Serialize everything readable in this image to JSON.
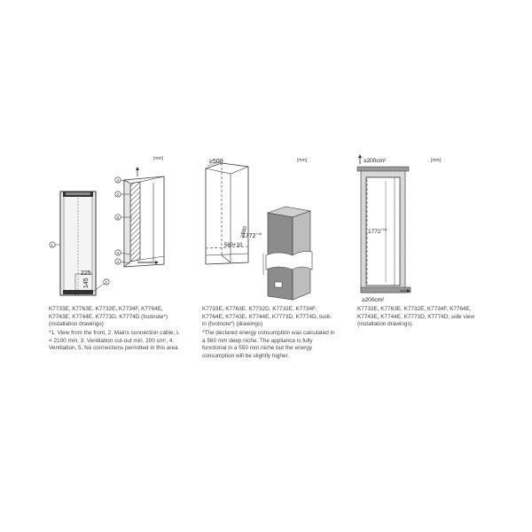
{
  "unit_label": "[mm]",
  "figure1": {
    "dim_225": "225",
    "dim_145": "145",
    "callouts": [
      "1",
      "2",
      "3",
      "4",
      "5"
    ],
    "caption": "K7733E, K7763E, K7732E, K7734F, K7764E, K7743E, K7744E, K7773D, K7774D (footnote*) (installation drawings)",
    "notes": "*1. View from the front, 2. Mains connection cable, L = 2100 mm, 3. Ventilation cut-out min. 200 cm², 4. Ventilation, 5. No connections permitted in this area"
  },
  "figure2": {
    "dim_500": "≥500",
    "dim_560": "≥560",
    "dim_height": "1772",
    "dim_height_sup": "+16",
    "dim_niche_width": "560+10",
    "caption": "K7733E, K7763E, K7732D, K7732E, K7734F, K7764E, K7743E, K7744E, K7773D, K7774D, built-in (footnote*) (drawings)",
    "footnote": "*The declared energy consumption was calculated in a 560 mm deep niche. The appliance is fully functional in a 550 mm niche but the energy consumption will be slightly higher."
  },
  "figure3": {
    "vent_top": "≥200cm²",
    "vent_bottom": "≥200cm²",
    "dim_height": "1772",
    "dim_height_sup": "+16",
    "caption": "K7733E, K7763E, K7732E, K7734F, K7764E, K7743E, K7744E, K7773D, K7774D, side view (installation drawings)"
  }
}
